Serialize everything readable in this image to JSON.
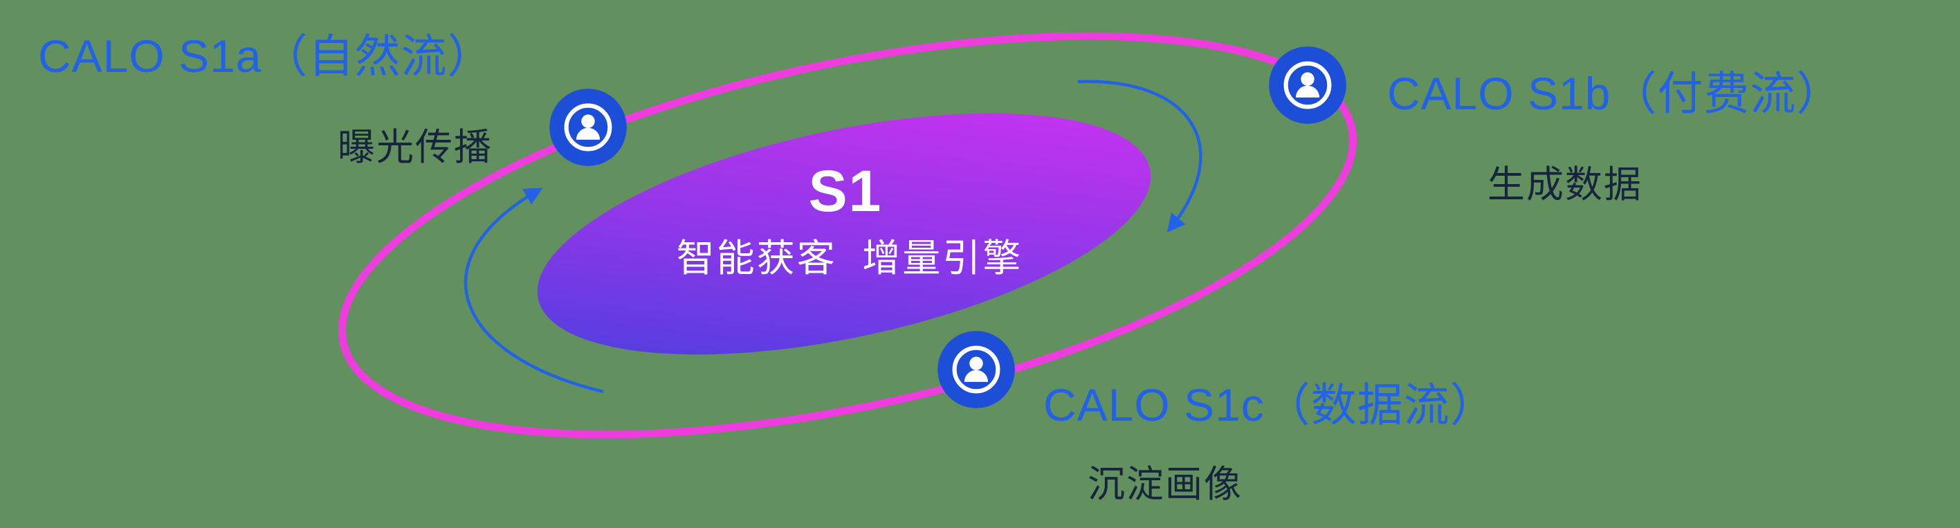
{
  "diagram": {
    "background_color": "#63905f",
    "center": {
      "title": "S1",
      "subtitle": "智能获客  增量引擎",
      "gradient_start_color": "#4040dc",
      "gradient_end_color": "#d532f0"
    },
    "orbit": {
      "ring_color": "#ef3cdf",
      "arrow_color": "#2262e9"
    },
    "nodes": [
      {
        "id": "s1a",
        "title": "CALO S1a（自然流）",
        "caption": "曝光传播",
        "icon": "user-icon",
        "badge_color": "#1d4ed8"
      },
      {
        "id": "s1b",
        "title": "CALO S1b（付费流）",
        "caption": "生成数据",
        "icon": "user-icon",
        "badge_color": "#1d4ed8"
      },
      {
        "id": "s1c",
        "title": "CALO S1c（数据流）",
        "caption": "沉淀画像",
        "icon": "user-icon",
        "badge_color": "#1d4ed8"
      }
    ]
  }
}
